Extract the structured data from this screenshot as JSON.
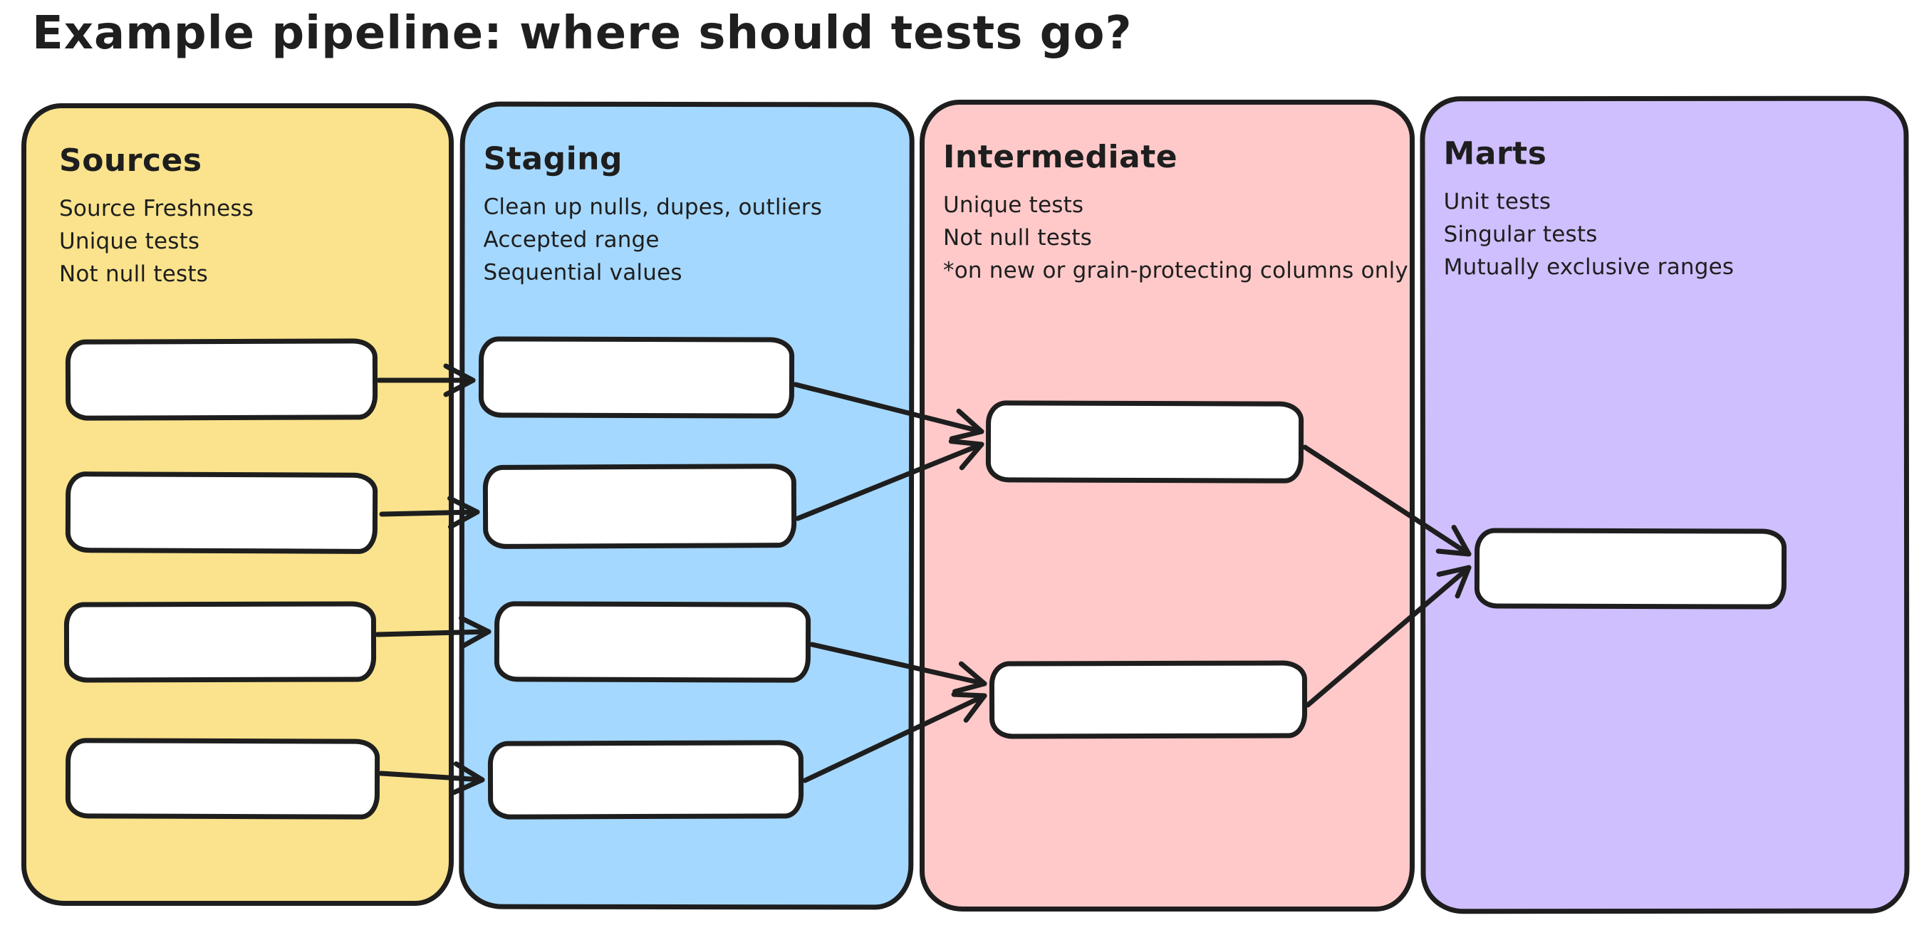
{
  "title": "Example pipeline: where should tests go?",
  "colors": {
    "stroke": "#1e1e1e",
    "sources_fill": "#fae38c",
    "staging_fill": "#a5d8ff",
    "intermediate_fill": "#ffc9c9",
    "marts_fill": "#d0bffe",
    "node_fill": "#ffffff",
    "background": "#ffffff"
  },
  "columns": [
    {
      "id": "sources",
      "label": "Sources",
      "notes": [
        "Source Freshness",
        "Unique tests",
        "Not null tests"
      ],
      "node_count": 4
    },
    {
      "id": "staging",
      "label": "Staging",
      "notes": [
        "Clean up nulls, dupes, outliers",
        "Accepted range",
        "Sequential values"
      ],
      "node_count": 4
    },
    {
      "id": "intermediate",
      "label": "Intermediate",
      "notes": [
        "Unique tests",
        "Not null tests",
        "*on new or grain-protecting columns only"
      ],
      "node_count": 2
    },
    {
      "id": "marts",
      "label": "Marts",
      "notes": [
        "Unit tests",
        "Singular tests",
        "Mutually exclusive ranges"
      ],
      "node_count": 1
    }
  ],
  "edges": [
    {
      "from": "sources-1",
      "to": "staging-1"
    },
    {
      "from": "sources-2",
      "to": "staging-2"
    },
    {
      "from": "sources-3",
      "to": "staging-3"
    },
    {
      "from": "sources-4",
      "to": "staging-4"
    },
    {
      "from": "staging-1",
      "to": "intermediate-1"
    },
    {
      "from": "staging-2",
      "to": "intermediate-1"
    },
    {
      "from": "staging-3",
      "to": "intermediate-2"
    },
    {
      "from": "staging-4",
      "to": "intermediate-2"
    },
    {
      "from": "intermediate-1",
      "to": "marts-1"
    },
    {
      "from": "intermediate-2",
      "to": "marts-1"
    }
  ]
}
